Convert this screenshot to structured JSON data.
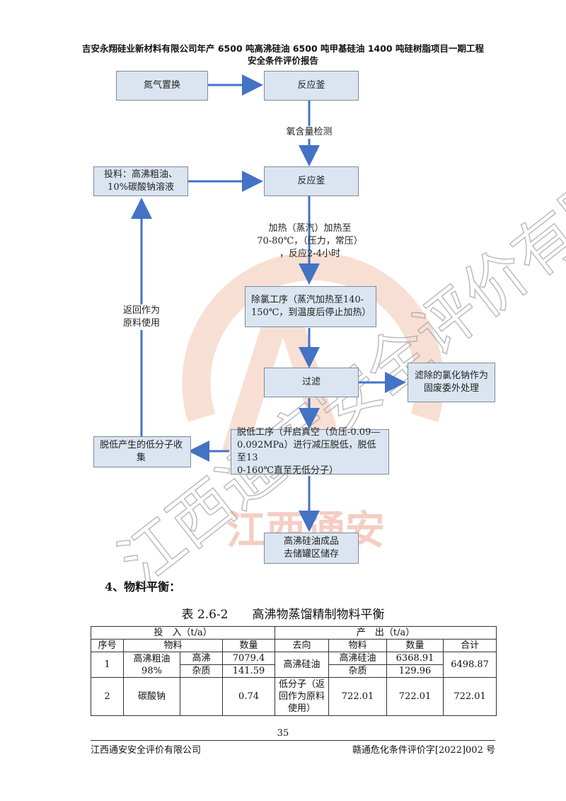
{
  "header": {
    "line1": "吉安永翔硅业新材料有限公司年产 6500 吨高沸硅油 6500 吨甲基硅油 1400 吨硅树脂项目一期工程",
    "line2": "安全条件评价报告"
  },
  "flow": {
    "nitrogen": "氮气置换",
    "reactor1": "反应釜",
    "oxygen_check": "氧含量检测",
    "feed": [
      "投料：高沸粗油、",
      "10%碳酸钠溶液"
    ],
    "reactor2": "反应釜",
    "heating": [
      "加热（蒸汽）加热至",
      "70-80℃，（压力，常压）",
      "，反应2-4小时"
    ],
    "return_label": [
      "返回作为",
      "原料使用"
    ],
    "dechlorination": [
      "除氯工序（蒸汽加热至140-",
      "150℃，到温度后停止加热）"
    ],
    "filter": "过滤",
    "nacl": [
      "滤除的氯化钠作为",
      "固废委外处理"
    ],
    "devolatile": [
      "脱低工序（开启真空（负压-0.09—",
      "0.092MPa）进行减压脱低，脱低至13",
      "0-160℃直至无低分子）"
    ],
    "collect": [
      "脱低产生的低分子收",
      "集"
    ],
    "product": [
      "高沸硅油成品",
      "去储罐区储存"
    ],
    "arrow_color": "#4472c4",
    "box_fill": "#dbe5f1"
  },
  "watermark": {
    "text": "江西通安安全评价有限公司",
    "logo_text": "江西通安",
    "color": "#e8a88e"
  },
  "section_title": "4、物料平衡：",
  "table_caption": "表 2.6-2　　高沸物蒸馏精制物料平衡",
  "table": {
    "input_header": "投　入（t/a）",
    "output_header": "产　出（t/a）",
    "cols": [
      "序号",
      "物料",
      "数量",
      "去向",
      "物料",
      "数量",
      "合计"
    ],
    "rows": [
      {
        "no": "1",
        "material": [
          "高沸粗油",
          "98%"
        ],
        "sub": [
          "高沸",
          "杂质"
        ],
        "qty": [
          "7079.4",
          "141.59"
        ],
        "dest": "高沸硅油",
        "out_material": [
          "高沸硅油",
          "杂质"
        ],
        "out_qty": [
          "6368.91",
          "129.96"
        ],
        "total": "6498.87"
      },
      {
        "no": "2",
        "material": "碳酸钠",
        "qty": "0.74",
        "dest": [
          "低分子（返",
          "回作为原料",
          "使用）"
        ],
        "out_material": "722.01",
        "out_qty": "722.01",
        "total": "722.01"
      }
    ]
  },
  "page_number": "35",
  "footer": {
    "left": "江西通安安全评价有限公司",
    "right": "赣通危化条件评价字[2022]002 号"
  }
}
